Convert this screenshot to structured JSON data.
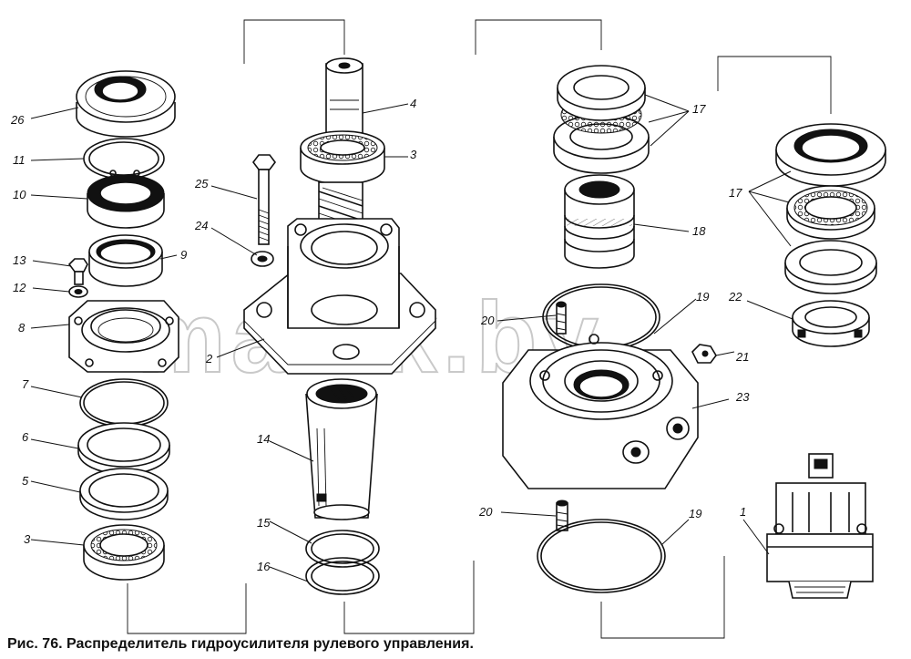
{
  "caption": "Рис. 76. Распределитель гидроусилителя рулевого управления.",
  "watermark": "mazik.by",
  "parts": [
    {
      "id": "p26",
      "label": "26"
    },
    {
      "id": "p11",
      "label": "11"
    },
    {
      "id": "p10",
      "label": "10"
    },
    {
      "id": "p13",
      "label": "13"
    },
    {
      "id": "p12",
      "label": "12"
    },
    {
      "id": "p9",
      "label": "9"
    },
    {
      "id": "p8",
      "label": "8"
    },
    {
      "id": "p7",
      "label": "7"
    },
    {
      "id": "p6",
      "label": "6"
    },
    {
      "id": "p5",
      "label": "5"
    },
    {
      "id": "p3a",
      "label": "3"
    },
    {
      "id": "p25",
      "label": "25"
    },
    {
      "id": "p24",
      "label": "24"
    },
    {
      "id": "p4",
      "label": "4"
    },
    {
      "id": "p3b",
      "label": "3"
    },
    {
      "id": "p2",
      "label": "2"
    },
    {
      "id": "p14",
      "label": "14"
    },
    {
      "id": "p15",
      "label": "15"
    },
    {
      "id": "p16",
      "label": "16"
    },
    {
      "id": "p17a",
      "label": "17"
    },
    {
      "id": "p18",
      "label": "18"
    },
    {
      "id": "p20a",
      "label": "20"
    },
    {
      "id": "p19a",
      "label": "19"
    },
    {
      "id": "p23",
      "label": "23"
    },
    {
      "id": "p20b",
      "label": "20"
    },
    {
      "id": "p19b",
      "label": "19"
    },
    {
      "id": "p17b",
      "label": "17"
    },
    {
      "id": "p22",
      "label": "22"
    },
    {
      "id": "p21",
      "label": "21"
    },
    {
      "id": "p1",
      "label": "1"
    }
  ]
}
